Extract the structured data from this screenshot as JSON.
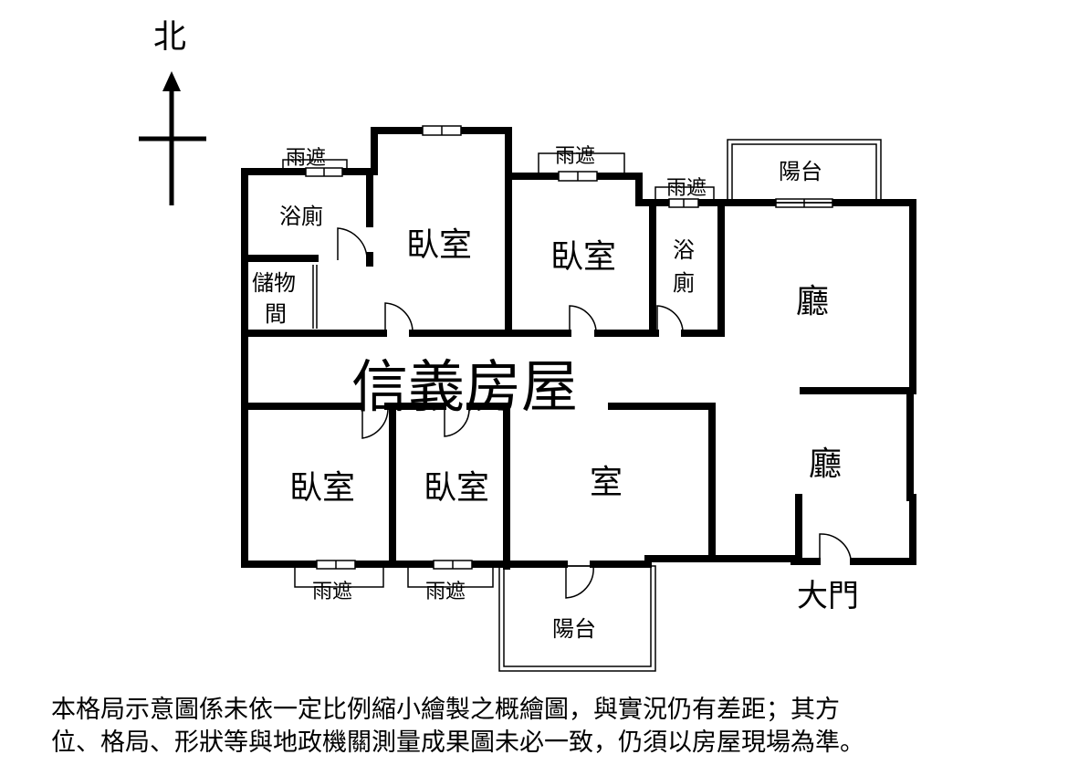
{
  "compass": {
    "north": "北"
  },
  "watermark": "信義房屋",
  "rooms": {
    "bath1": "浴廁",
    "storage": [
      "儲物",
      "間"
    ],
    "bedroom1": "臥室",
    "bedroom2": "臥室",
    "bath2": [
      "浴",
      "廁"
    ],
    "living1": "廳",
    "living2": "廳",
    "bedroom3": "臥室",
    "bedroom4": "臥室",
    "room": "室",
    "balcony1": "陽台",
    "balcony2": "陽台",
    "entrance": "大門"
  },
  "awnings": [
    "雨遮",
    "雨遮",
    "雨遮",
    "雨遮",
    "雨遮"
  ],
  "note": {
    "line1": "本格局示意圖係未依一定比例縮小繪製之概繪圖，與實況仍有差距；其方",
    "line2": "位、格局、形狀等與地政機關測量成果圖未必一致，仍須以房屋現場為準。"
  }
}
